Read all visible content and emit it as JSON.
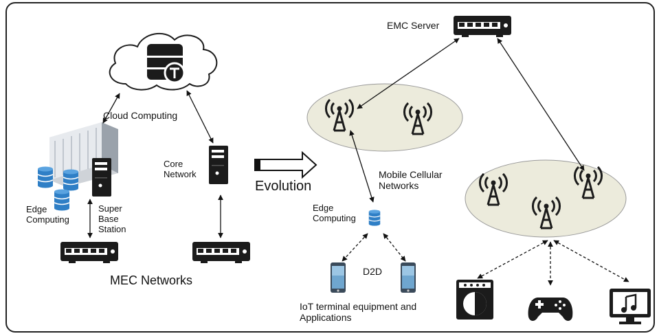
{
  "labels": {
    "cloud_computing": "Cloud Computing",
    "emc_server": "EMC Server",
    "core_network_l1": "Core",
    "core_network_l2": "Network",
    "evolution": "Evolution",
    "mobile_cellular_l1": "Mobile Cellular",
    "mobile_cellular_l2": "Networks",
    "edge_computing_left_l1": "Edge",
    "edge_computing_left_l2": "Computing",
    "super_base_station_l1": "Super",
    "super_base_station_l2": "Base",
    "super_base_station_l3": "Station",
    "mec_networks": "MEC Networks",
    "edge_computing_right_l1": "Edge",
    "edge_computing_right_l2": "Computing",
    "d2d": "D2D",
    "iot_l1": "IoT terminal equipment and",
    "iot_l2": "Applications"
  },
  "icons": [
    "cloud-database-icon",
    "server-rack-icon",
    "database-icon",
    "tower-pc-icon",
    "network-switch-icon",
    "cell-tower-icon",
    "smartphone-icon",
    "speaker-icon",
    "gamepad-icon",
    "music-monitor-icon",
    "evolution-arrow-icon"
  ],
  "colors": {
    "ellipse_fill": "#ecebdc",
    "database_blue": "#2f7fc6",
    "dark": "#1b1b1b"
  }
}
